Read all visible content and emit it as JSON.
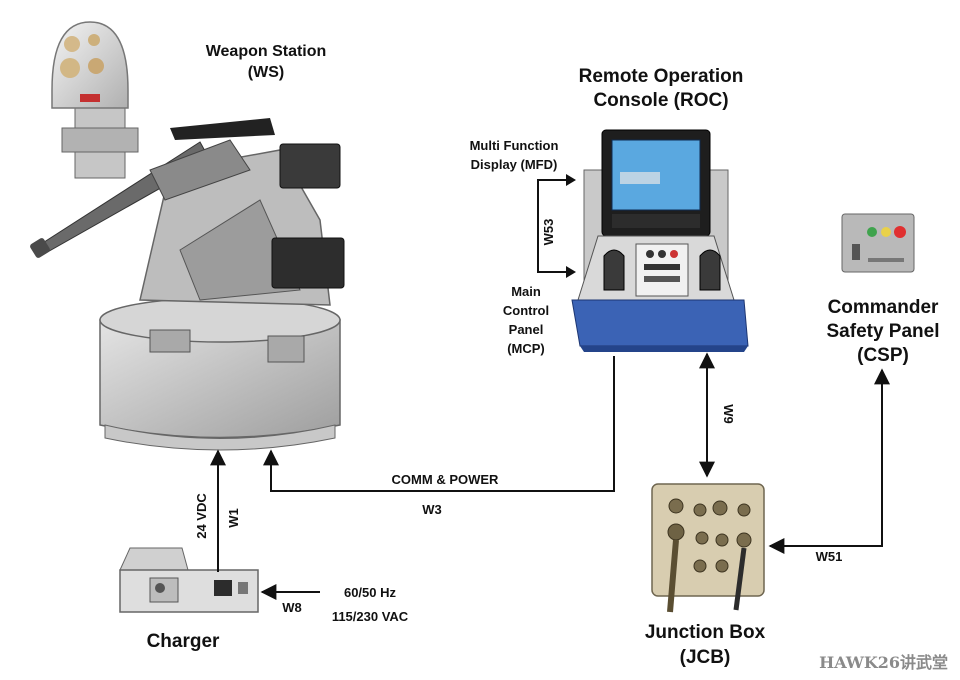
{
  "components": {
    "ws": {
      "line1": "Weapon Station",
      "line2": "(WS)"
    },
    "roc": {
      "line1": "Remote Operation",
      "line2": "Console (ROC)"
    },
    "mfd": {
      "line1": "Multi Function",
      "line2": "Display (MFD)"
    },
    "mcp": {
      "line1": "Main",
      "line2": "Control",
      "line3": "Panel",
      "line4": "(MCP)"
    },
    "csp": {
      "line1": "Commander",
      "line2": "Safety Panel",
      "line3": "(CSP)"
    },
    "jcb": {
      "line1": "Junction Box",
      "line2": "(JCB)"
    },
    "charger": {
      "line1": "Charger"
    }
  },
  "wires": {
    "w1": "W1",
    "w3": "W3",
    "w8": "W8",
    "w9": "W9",
    "w51": "W51",
    "w53": "W53",
    "comm_power": "COMM & POWER",
    "dc": "24 VDC",
    "freq": "60/50 Hz",
    "ac": "115/230 VAC"
  },
  "watermark": "HAWK26讲武堂",
  "colors": {
    "console_blue": "#3b63b5",
    "metal_gray": "#b8b8b8",
    "dark_metal": "#5c5c5c",
    "box_beige": "#d8cdb0",
    "screen_blue": "#5aa8e0"
  }
}
